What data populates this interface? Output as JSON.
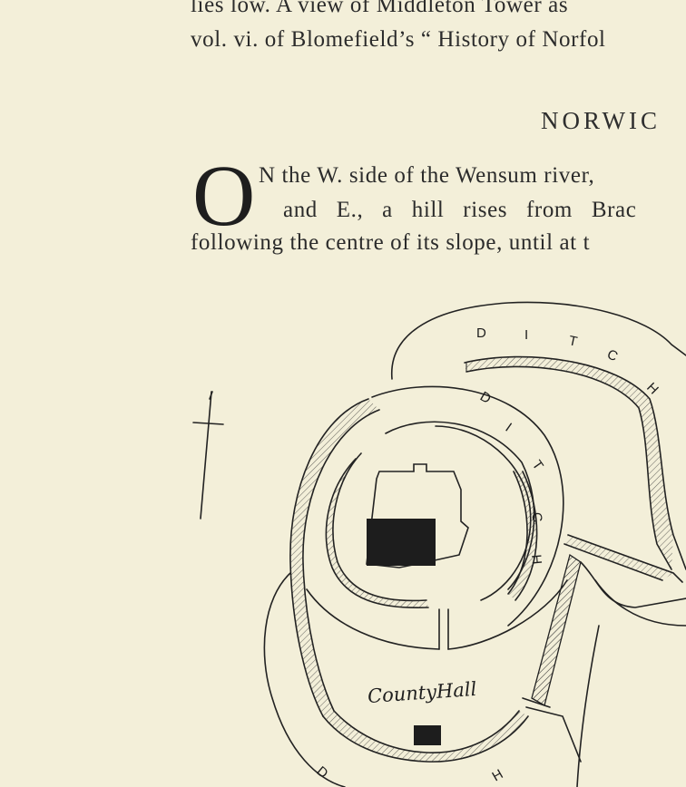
{
  "text": {
    "line1": "lies low.  A view of Middleton Tower as",
    "line2": "vol. vi. of Blomefield’s “ History of Norfol",
    "heading": "NORWIC",
    "dropcap": "O",
    "para_line1": "N the W. side of the Wensum river,",
    "para_line2": "and E., a hill rises from Brac",
    "para_line3": "following the centre of its slope, until at t"
  },
  "plan": {
    "label": "CountyHall",
    "ditch_letters_top": [
      "D",
      "I",
      "T",
      "C",
      "H"
    ],
    "ditch_letters_inner": [
      "D",
      "I",
      "T",
      "C",
      "H"
    ],
    "ditch_letters_bottom": [
      "D",
      "H"
    ]
  }
}
